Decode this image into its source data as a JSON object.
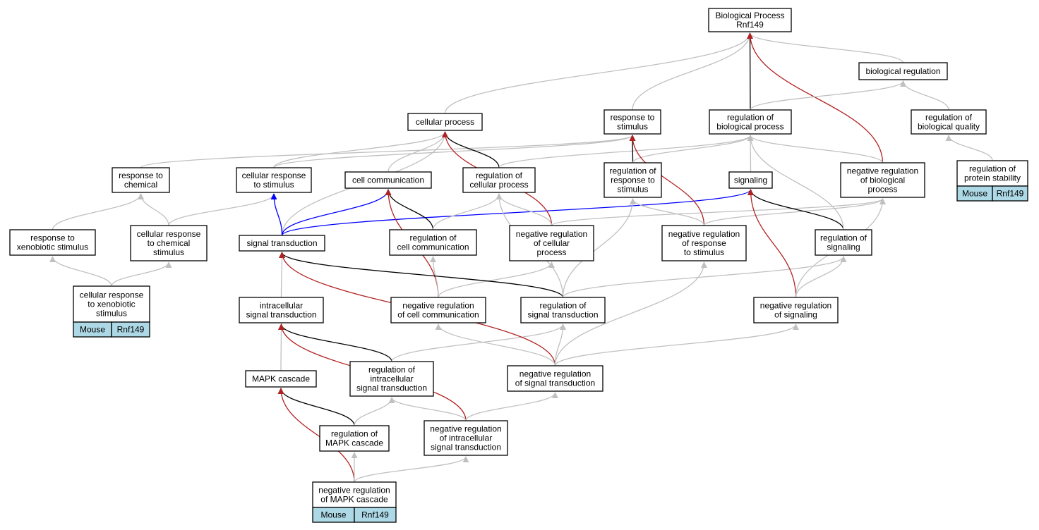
{
  "colors": {
    "is_a": "#c0c0c0",
    "part_of_or_regulates": "#000000",
    "positively_regulates": "#0000ff",
    "negatively_regulates": "#b22222",
    "annotation_cell": "#add8e6"
  },
  "nodes": {
    "bp": {
      "lines": [
        "Biological Process",
        "Rnf149"
      ]
    },
    "breg": {
      "lines": [
        "biological regulation"
      ]
    },
    "cp": {
      "lines": [
        "cellular process"
      ]
    },
    "rts": {
      "lines": [
        "response to",
        "stimulus"
      ]
    },
    "rbp": {
      "lines": [
        "regulation of",
        "biological process"
      ]
    },
    "rbq": {
      "lines": [
        "regulation of",
        "biological quality"
      ]
    },
    "rtc": {
      "lines": [
        "response to",
        "chemical"
      ]
    },
    "crs": {
      "lines": [
        "cellular response",
        "to stimulus"
      ]
    },
    "cc": {
      "lines": [
        "cell communication"
      ]
    },
    "rcp": {
      "lines": [
        "regulation of",
        "cellular process"
      ]
    },
    "rrs": {
      "lines": [
        "regulation of",
        "response to",
        "stimulus"
      ]
    },
    "sig": {
      "lines": [
        "signaling"
      ]
    },
    "nrbp": {
      "lines": [
        "negative regulation",
        "of biological",
        "process"
      ]
    },
    "rps": {
      "lines": [
        "regulation of",
        "protein stability"
      ],
      "annot": [
        "Mouse",
        "Rnf149"
      ]
    },
    "rxs": {
      "lines": [
        "response to",
        "xenobiotic stimulus"
      ]
    },
    "crcs": {
      "lines": [
        "cellular response",
        "to chemical",
        "stimulus"
      ]
    },
    "st": {
      "lines": [
        "signal transduction"
      ]
    },
    "rcc": {
      "lines": [
        "regulation of",
        "cell communication"
      ]
    },
    "nrcp": {
      "lines": [
        "negative regulation",
        "of cellular",
        "process"
      ]
    },
    "nrrs": {
      "lines": [
        "negative regulation",
        "of response",
        "to stimulus"
      ]
    },
    "rsig": {
      "lines": [
        "regulation of",
        "signaling"
      ]
    },
    "crxs": {
      "lines": [
        "cellular response",
        "to xenobiotic",
        "stimulus"
      ],
      "annot": [
        "Mouse",
        "Rnf149"
      ]
    },
    "ist": {
      "lines": [
        "intracellular",
        "signal transduction"
      ]
    },
    "nrcc": {
      "lines": [
        "negative regulation",
        "of cell communication"
      ]
    },
    "rst": {
      "lines": [
        "regulation of",
        "signal transduction"
      ]
    },
    "nrsig": {
      "lines": [
        "negative regulation",
        "of signaling"
      ]
    },
    "mapk": {
      "lines": [
        "MAPK cascade"
      ]
    },
    "rist": {
      "lines": [
        "regulation of",
        "intracellular",
        "signal transduction"
      ]
    },
    "nrst": {
      "lines": [
        "negative regulation",
        "of signal transduction"
      ]
    },
    "rmapk": {
      "lines": [
        "regulation of",
        "MAPK cascade"
      ]
    },
    "nrist": {
      "lines": [
        "negative regulation",
        "of intracellular",
        "signal transduction"
      ]
    },
    "nrmapk": {
      "lines": [
        "negative regulation",
        "of MAPK cascade"
      ],
      "annot": [
        "Mouse",
        "Rnf149"
      ]
    }
  },
  "edges": [
    {
      "from": "cp",
      "to": "bp",
      "kind": "is_a"
    },
    {
      "from": "rts",
      "to": "bp",
      "kind": "is_a"
    },
    {
      "from": "rbp",
      "to": "bp",
      "kind": "part_of_or_regulates"
    },
    {
      "from": "breg",
      "to": "bp",
      "kind": "is_a"
    },
    {
      "from": "nrbp",
      "to": "bp",
      "kind": "negatively_regulates"
    },
    {
      "from": "rbp",
      "to": "breg",
      "kind": "is_a"
    },
    {
      "from": "rbq",
      "to": "breg",
      "kind": "is_a"
    },
    {
      "from": "rps",
      "to": "rbq",
      "kind": "is_a"
    },
    {
      "from": "rtc",
      "to": "rts",
      "kind": "is_a"
    },
    {
      "from": "crs",
      "to": "cp",
      "kind": "is_a"
    },
    {
      "from": "crs",
      "to": "rts",
      "kind": "is_a"
    },
    {
      "from": "cc",
      "to": "cp",
      "kind": "is_a"
    },
    {
      "from": "rcp",
      "to": "cp",
      "kind": "part_of_or_regulates"
    },
    {
      "from": "rcp",
      "to": "rbp",
      "kind": "is_a"
    },
    {
      "from": "rrs",
      "to": "rts",
      "kind": "part_of_or_regulates"
    },
    {
      "from": "rrs",
      "to": "rbp",
      "kind": "is_a"
    },
    {
      "from": "sig",
      "to": "rbp",
      "kind": "is_a"
    },
    {
      "from": "nrbp",
      "to": "rbp",
      "kind": "is_a"
    },
    {
      "from": "rxs",
      "to": "rtc",
      "kind": "is_a"
    },
    {
      "from": "crcs",
      "to": "rtc",
      "kind": "is_a"
    },
    {
      "from": "crcs",
      "to": "crs",
      "kind": "is_a"
    },
    {
      "from": "crxs",
      "to": "rxs",
      "kind": "is_a"
    },
    {
      "from": "crxs",
      "to": "crcs",
      "kind": "is_a"
    },
    {
      "from": "st",
      "to": "cp",
      "kind": "is_a"
    },
    {
      "from": "st",
      "to": "crs",
      "kind": "positively_regulates"
    },
    {
      "from": "st",
      "to": "cc",
      "kind": "positively_regulates"
    },
    {
      "from": "st",
      "to": "sig",
      "kind": "positively_regulates"
    },
    {
      "from": "rcc",
      "to": "cc",
      "kind": "part_of_or_regulates"
    },
    {
      "from": "rcc",
      "to": "rcp",
      "kind": "is_a"
    },
    {
      "from": "nrcp",
      "to": "cp",
      "kind": "negatively_regulates"
    },
    {
      "from": "nrcp",
      "to": "rcp",
      "kind": "is_a"
    },
    {
      "from": "nrcp",
      "to": "nrbp",
      "kind": "is_a"
    },
    {
      "from": "nrrs",
      "to": "rts",
      "kind": "negatively_regulates"
    },
    {
      "from": "nrrs",
      "to": "rrs",
      "kind": "is_a"
    },
    {
      "from": "nrrs",
      "to": "nrbp",
      "kind": "is_a"
    },
    {
      "from": "rsig",
      "to": "sig",
      "kind": "part_of_or_regulates"
    },
    {
      "from": "rsig",
      "to": "rbp",
      "kind": "is_a"
    },
    {
      "from": "ist",
      "to": "st",
      "kind": "is_a"
    },
    {
      "from": "nrcc",
      "to": "cc",
      "kind": "negatively_regulates"
    },
    {
      "from": "nrcc",
      "to": "rcc",
      "kind": "is_a"
    },
    {
      "from": "nrcc",
      "to": "nrcp",
      "kind": "is_a"
    },
    {
      "from": "rst",
      "to": "st",
      "kind": "part_of_or_regulates"
    },
    {
      "from": "rst",
      "to": "rcp",
      "kind": "is_a"
    },
    {
      "from": "rst",
      "to": "rrs",
      "kind": "is_a"
    },
    {
      "from": "rst",
      "to": "rsig",
      "kind": "is_a"
    },
    {
      "from": "nrsig",
      "to": "sig",
      "kind": "negatively_regulates"
    },
    {
      "from": "nrsig",
      "to": "rsig",
      "kind": "is_a"
    },
    {
      "from": "nrsig",
      "to": "nrbp",
      "kind": "is_a"
    },
    {
      "from": "mapk",
      "to": "ist",
      "kind": "is_a"
    },
    {
      "from": "rist",
      "to": "ist",
      "kind": "part_of_or_regulates"
    },
    {
      "from": "rist",
      "to": "rst",
      "kind": "is_a"
    },
    {
      "from": "nrst",
      "to": "st",
      "kind": "negatively_regulates"
    },
    {
      "from": "nrst",
      "to": "rst",
      "kind": "is_a"
    },
    {
      "from": "nrst",
      "to": "nrsig",
      "kind": "is_a"
    },
    {
      "from": "nrst",
      "to": "nrrs",
      "kind": "is_a"
    },
    {
      "from": "nrst",
      "to": "nrcc",
      "kind": "is_a"
    },
    {
      "from": "rmapk",
      "to": "mapk",
      "kind": "part_of_or_regulates"
    },
    {
      "from": "rmapk",
      "to": "rist",
      "kind": "is_a"
    },
    {
      "from": "nrist",
      "to": "ist",
      "kind": "negatively_regulates"
    },
    {
      "from": "nrist",
      "to": "rist",
      "kind": "is_a"
    },
    {
      "from": "nrist",
      "to": "nrst",
      "kind": "is_a"
    },
    {
      "from": "nrmapk",
      "to": "mapk",
      "kind": "negatively_regulates"
    },
    {
      "from": "nrmapk",
      "to": "rmapk",
      "kind": "is_a"
    },
    {
      "from": "nrmapk",
      "to": "nrist",
      "kind": "is_a"
    }
  ]
}
